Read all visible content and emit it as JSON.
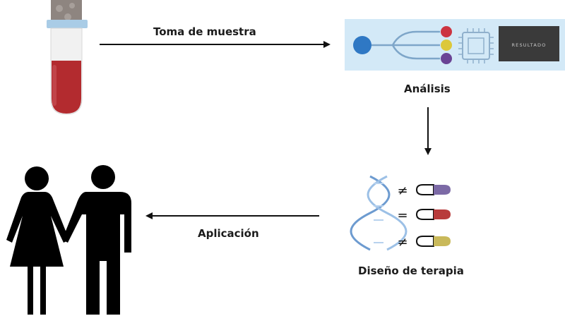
{
  "steps": {
    "sampling": "Toma de muestra",
    "analysis": "Análisis",
    "therapy_design": "Diseño de terapia",
    "application": "Aplicación"
  },
  "analyzer": {
    "result_label": "RESULTADO"
  },
  "comparisons": [
    "≠",
    "=",
    "≠"
  ],
  "colors": {
    "tube_blood": "#b32b2f",
    "tube_cap": "#8e8580",
    "tube_band": "#a9cce6",
    "device_bg": "#d3e9f7",
    "node_blue": "#2f78c4",
    "node_red": "#cc3440",
    "node_yellow": "#dcc83a",
    "node_purple": "#6a4394",
    "dna": "#7aa5d4",
    "pill_purple": "#7c6aa6",
    "pill_red": "#b83b3b",
    "pill_yellow": "#c9b95a",
    "figure": "#000000"
  }
}
